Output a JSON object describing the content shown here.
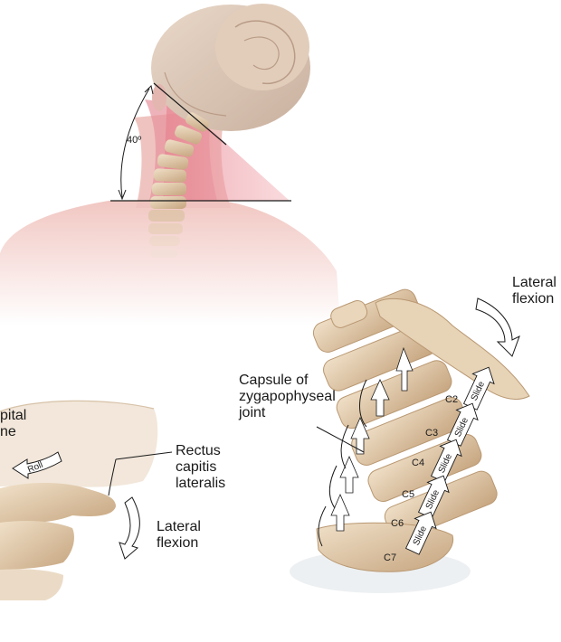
{
  "panel_top": {
    "angle_label": "40º"
  },
  "panel_left": {
    "occipital_label_line1": "pital",
    "occipital_label_line2": "ne",
    "roll_label": "Roll",
    "rectus_label": [
      "Rectus",
      "capitis",
      "lateralis"
    ],
    "lateral_flexion_label": [
      "Lateral",
      "flexion"
    ]
  },
  "panel_right": {
    "lateral_flexion_label": [
      "Lateral",
      "flexion"
    ],
    "capsule_label": [
      "Capsule of",
      "zygapophyseal",
      "joint"
    ],
    "vertebrae": [
      "C2",
      "C3",
      "C4",
      "C5",
      "C6",
      "C7"
    ],
    "slide_label": "Slide"
  },
  "colors": {
    "bone": "#e6d3b6",
    "bone_shadow": "#c9ab86",
    "skin": "#eec0bd",
    "highlight_pink": "#e98a95",
    "arrow_fill": "#ffffff"
  }
}
